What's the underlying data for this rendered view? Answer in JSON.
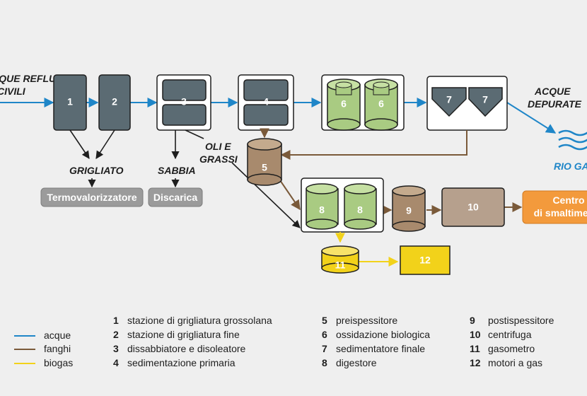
{
  "diagram": {
    "inflow_line1": "ACQUE REFLUE",
    "inflow_line2": "CIVILI",
    "outflow_line1": "ACQUE",
    "outflow_line2": "DEPURATE",
    "river": "RIO GARZA",
    "grigliato": "GRIGLIATO",
    "sabbia": "SABBIA",
    "oli_line1": "OLI E",
    "oli_line2": "GRASSI",
    "termo": "Termovalorizzatore",
    "discarica": "Discarica",
    "centro_line1": "Centro",
    "centro_line2": "di smaltimento",
    "units": {
      "u1": "1",
      "u2": "2",
      "u3": "3",
      "u4": "4",
      "u5": "5",
      "u6": "6",
      "u7": "7",
      "u8": "8",
      "u9": "9",
      "u10": "10",
      "u11": "11",
      "u12": "12"
    }
  },
  "legend": {
    "lines": [
      {
        "label": "acque",
        "color": "#1f86c8"
      },
      {
        "label": "fanghi",
        "color": "#7a5a3a"
      },
      {
        "label": "biogas",
        "color": "#f2d21a"
      }
    ],
    "items": [
      {
        "num": "1",
        "text": "stazione di grigliatura grossolana"
      },
      {
        "num": "2",
        "text": "stazione di grigliatura fine"
      },
      {
        "num": "3",
        "text": "dissabbiatore e disoleatore"
      },
      {
        "num": "4",
        "text": "sedimentazione primaria"
      },
      {
        "num": "5",
        "text": "preispessitore"
      },
      {
        "num": "6",
        "text": "ossidazione biologica"
      },
      {
        "num": "7",
        "text": "sedimentatore finale"
      },
      {
        "num": "8",
        "text": "digestore"
      },
      {
        "num": "9",
        "text": "postispessitore"
      },
      {
        "num": "10",
        "text": "centrifuga"
      },
      {
        "num": "11",
        "text": "gasometro"
      },
      {
        "num": "12",
        "text": "motori a gas"
      }
    ]
  },
  "colors": {
    "water": "#1f86c8",
    "sludge": "#7a5a3a",
    "biogas": "#f2d21a",
    "dark_unit": "#5b6b73",
    "green_tank": "#a9cb82",
    "brown_tank": "#a88a6d",
    "orange": "#f39a3c",
    "grey_box": "#9b9b9b"
  }
}
